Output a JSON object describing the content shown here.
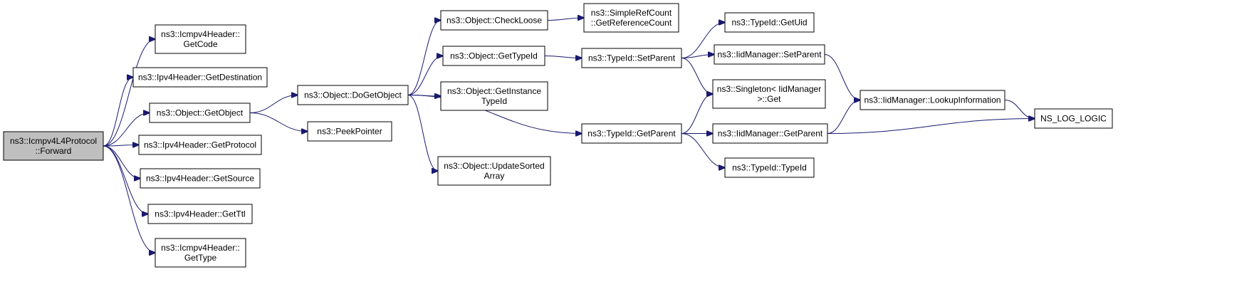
{
  "colors": {
    "edge": "#191970",
    "node_fill": "#ffffff",
    "root_fill": "#bfbfbf",
    "node_border": "#000000"
  },
  "nodes": [
    {
      "id": "forward",
      "lines": [
        "ns3::Icmpv4L4Protocol",
        "::Forward"
      ],
      "root": true
    },
    {
      "id": "getcode",
      "lines": [
        "ns3::Icmpv4Header::",
        "GetCode"
      ]
    },
    {
      "id": "getdest",
      "lines": [
        "ns3::Ipv4Header::GetDestination"
      ]
    },
    {
      "id": "getobject",
      "lines": [
        "ns3::Object::GetObject"
      ]
    },
    {
      "id": "getprotocol",
      "lines": [
        "ns3::Ipv4Header::GetProtocol"
      ]
    },
    {
      "id": "getsource",
      "lines": [
        "ns3::Ipv4Header::GetSource"
      ]
    },
    {
      "id": "getttl",
      "lines": [
        "ns3::Ipv4Header::GetTtl"
      ]
    },
    {
      "id": "gettype",
      "lines": [
        "ns3::Icmpv4Header::",
        "GetType"
      ]
    },
    {
      "id": "dogetobject",
      "lines": [
        "ns3::Object::DoGetObject"
      ]
    },
    {
      "id": "peekpointer",
      "lines": [
        "ns3::PeekPointer"
      ]
    },
    {
      "id": "checkloose",
      "lines": [
        "ns3::Object::CheckLoose"
      ]
    },
    {
      "id": "objgettypeid",
      "lines": [
        "ns3::Object::GetTypeId"
      ]
    },
    {
      "id": "getinstancetypeid",
      "lines": [
        "ns3::Object::GetInstance",
        "TypeId"
      ]
    },
    {
      "id": "updatesortedarray",
      "lines": [
        "ns3::Object::UpdateSorted",
        "Array"
      ]
    },
    {
      "id": "simplerefcount",
      "lines": [
        "ns3::SimpleRefCount",
        "::GetReferenceCount"
      ]
    },
    {
      "id": "tid_setparent",
      "lines": [
        "ns3::TypeId::SetParent"
      ]
    },
    {
      "id": "tid_getparent",
      "lines": [
        "ns3::TypeId::GetParent"
      ]
    },
    {
      "id": "tid_getuid",
      "lines": [
        "ns3::TypeId::GetUid"
      ]
    },
    {
      "id": "iid_setparent",
      "lines": [
        "ns3::IidManager::SetParent"
      ]
    },
    {
      "id": "singleton_get",
      "lines": [
        "ns3::Singleton< IidManager",
        ">::Get"
      ]
    },
    {
      "id": "iid_getparent",
      "lines": [
        "ns3::IidManager::GetParent"
      ]
    },
    {
      "id": "tid_typeid",
      "lines": [
        "ns3::TypeId::TypeId"
      ]
    },
    {
      "id": "lookupinfo",
      "lines": [
        "ns3::IidManager::LookupInformation"
      ]
    },
    {
      "id": "nslog",
      "lines": [
        "NS_LOG_LOGIC"
      ]
    }
  ],
  "edges": [
    [
      "forward",
      "getcode"
    ],
    [
      "forward",
      "getdest"
    ],
    [
      "forward",
      "getobject"
    ],
    [
      "forward",
      "getprotocol"
    ],
    [
      "forward",
      "getsource"
    ],
    [
      "forward",
      "getttl"
    ],
    [
      "forward",
      "gettype"
    ],
    [
      "getobject",
      "dogetobject"
    ],
    [
      "getobject",
      "peekpointer"
    ],
    [
      "dogetobject",
      "checkloose"
    ],
    [
      "dogetobject",
      "objgettypeid"
    ],
    [
      "dogetobject",
      "getinstancetypeid"
    ],
    [
      "dogetobject",
      "updatesortedarray"
    ],
    [
      "dogetobject",
      "tid_getparent"
    ],
    [
      "checkloose",
      "simplerefcount"
    ],
    [
      "objgettypeid",
      "tid_setparent"
    ],
    [
      "tid_setparent",
      "tid_getuid"
    ],
    [
      "tid_setparent",
      "iid_setparent"
    ],
    [
      "tid_setparent",
      "singleton_get"
    ],
    [
      "tid_getparent",
      "singleton_get"
    ],
    [
      "tid_getparent",
      "iid_getparent"
    ],
    [
      "tid_getparent",
      "tid_typeid"
    ],
    [
      "iid_setparent",
      "lookupinfo"
    ],
    [
      "iid_getparent",
      "lookupinfo"
    ],
    [
      "iid_getparent",
      "nslog"
    ],
    [
      "lookupinfo",
      "nslog"
    ]
  ]
}
